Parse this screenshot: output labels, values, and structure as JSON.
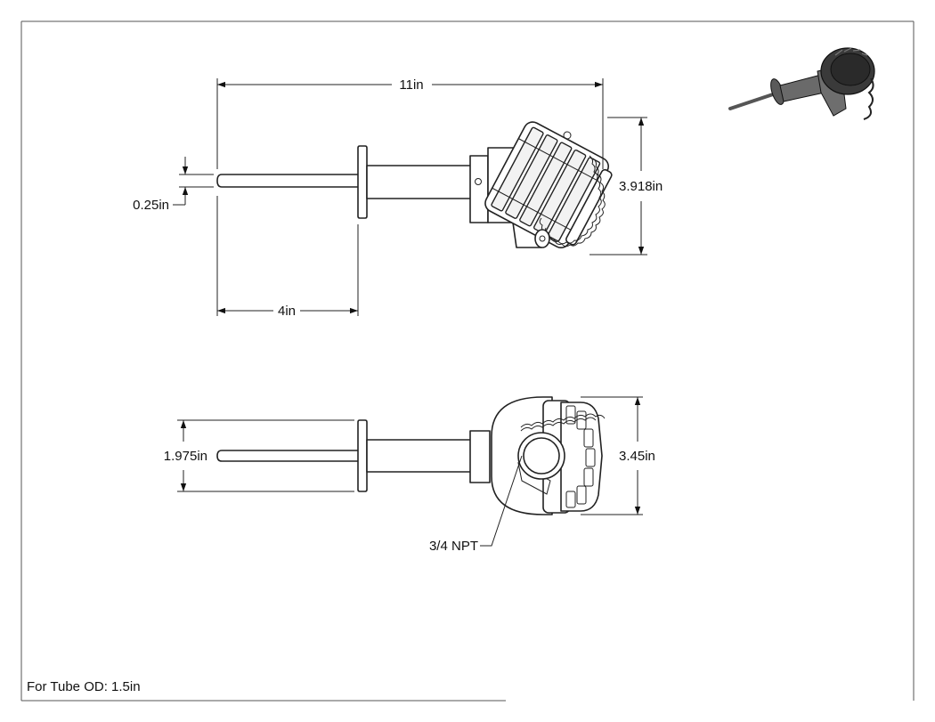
{
  "dimensions": {
    "overall_length": "11in",
    "probe_diameter": "0.25in",
    "insertion_length": "4in",
    "head_height": "3.918in",
    "flange_diameter": "1.975in",
    "head_width": "3.45in"
  },
  "callouts": {
    "thread": "3/4 NPT"
  },
  "notes": {
    "tube_od": "For Tube OD: 1.5in"
  },
  "colors": {
    "line": "#222222",
    "iso_body": "#4a4a4a",
    "iso_head": "#3a3a3a"
  }
}
